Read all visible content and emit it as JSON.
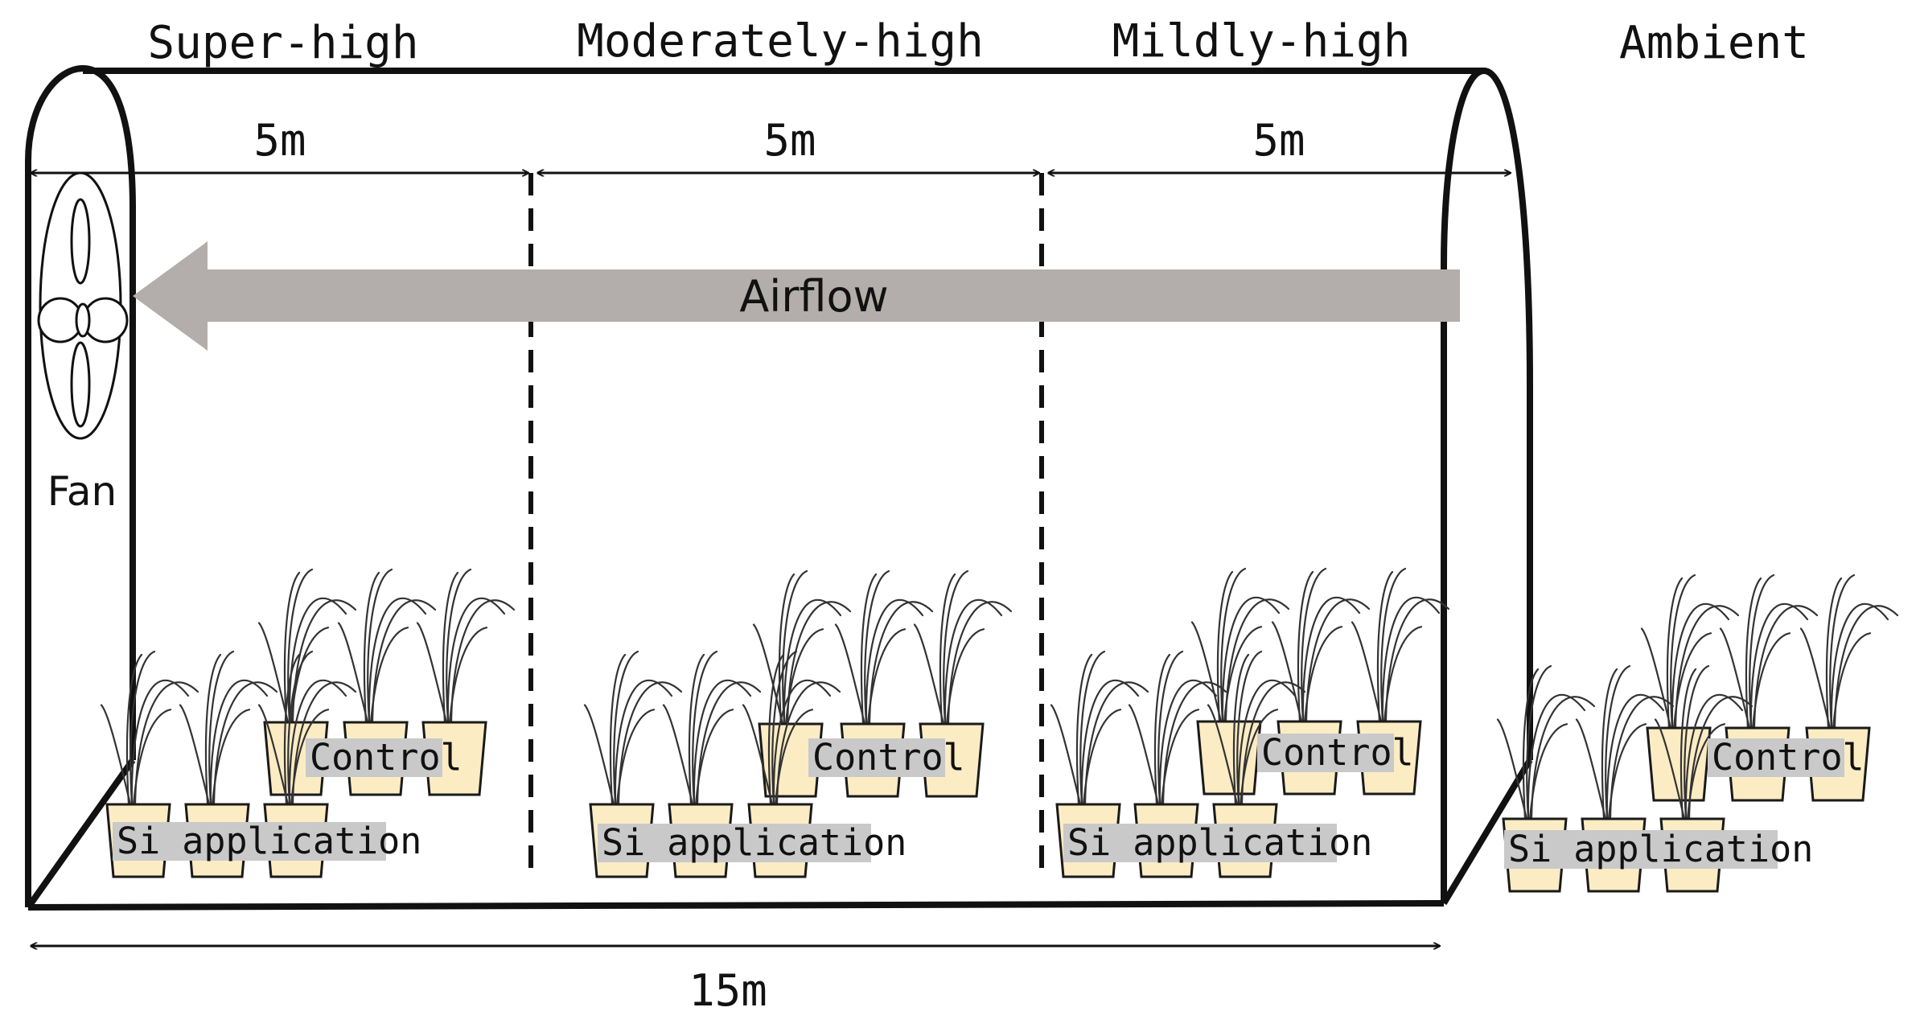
{
  "zones": [
    {
      "title": "Super-high",
      "length": "5m"
    },
    {
      "title": "Moderately-high",
      "length": "5m"
    },
    {
      "title": "Mildly-high",
      "length": "5m"
    },
    {
      "title": "Ambient"
    }
  ],
  "total_length": "15m",
  "airflow_label": "Airflow",
  "fan_label": "Fan",
  "treatments": {
    "si": "Si application",
    "control": "Control"
  },
  "colors": {
    "pot_fill": "#fbecc4",
    "label_background": "#c9c9c9",
    "airflow_arrow": "#b3aeab",
    "outline": "#111111"
  }
}
